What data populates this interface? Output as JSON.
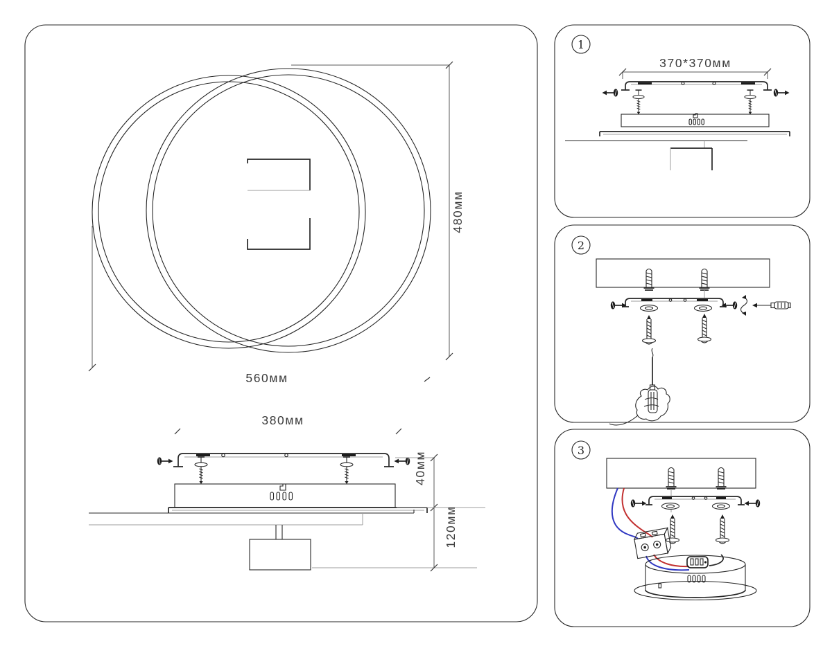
{
  "main_panel": {
    "top_view": {
      "height_dimension": "480мм",
      "width_dimension": "560мм"
    },
    "side_view": {
      "width_dimension": "380мм",
      "bracket_height_dimension": "40мм",
      "body_height_dimension": "120мм"
    }
  },
  "steps": [
    {
      "number": "1",
      "dimension": "370*370мм"
    },
    {
      "number": "2"
    },
    {
      "number": "3"
    }
  ],
  "colors": {
    "wire_red": "#c23030",
    "wire_blue": "#3038c2",
    "outline": "#262626"
  }
}
